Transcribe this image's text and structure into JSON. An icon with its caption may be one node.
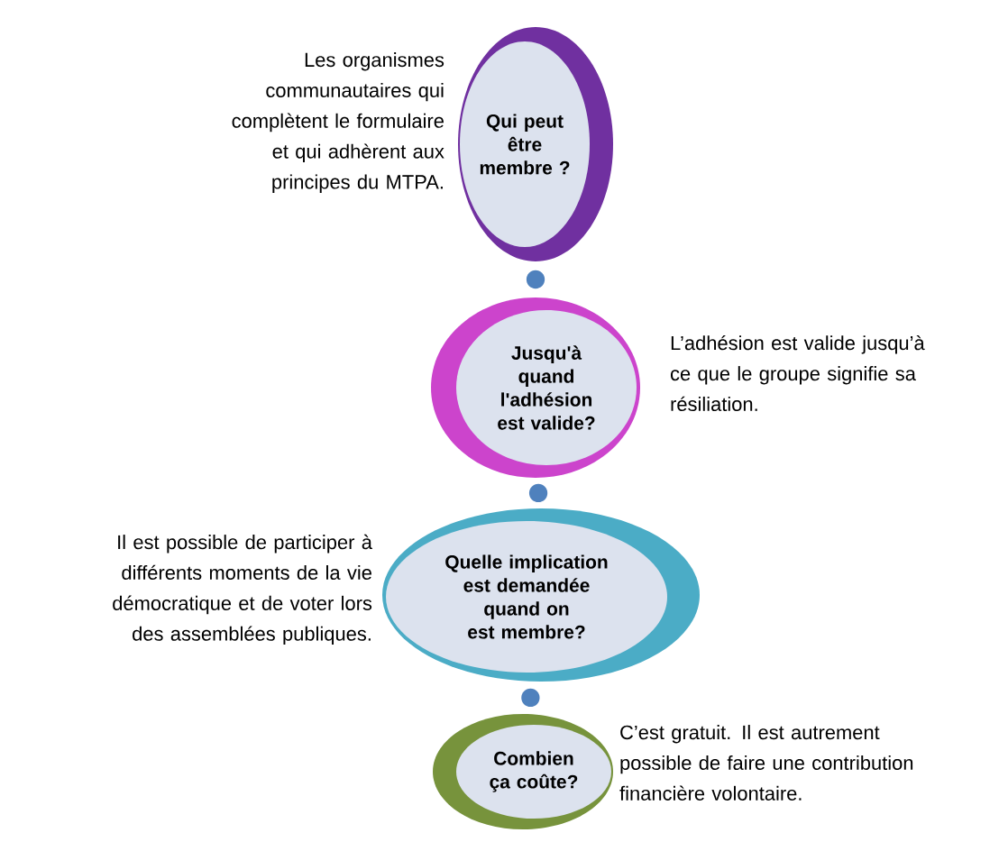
{
  "diagram": {
    "nodes": [
      {
        "text": [
          "Qui peut être membre ?"
        ],
        "beside": [
          "Les organismes communautaires qui complètent le formulaire et qui adhèrent aux principes du MTPA."
        ]
      },
      {
        "text": [
          "Jusqu'à quand l'adhésion est valide?"
        ],
        "beside": [
          "L’adhésion est valide jusqu’à ce que le groupe signifie sa résiliation."
        ]
      },
      {
        "text": [
          "Quelle implication est demandée quand on est membre?"
        ],
        "beside": [
          "Il est possible de participer à différents moments de la vie démocratique et de voter lors des assemblées publiques."
        ]
      },
      {
        "text": [
          "Combien ça coûte?"
        ],
        "beside": [
          "C’est gratuit. Il est autrement possible de faire une contribution financière volontaire."
        ]
      }
    ],
    "edges": [
      {
        "from": 0,
        "to": 1,
        "arrow": "none"
      },
      {
        "from": 1,
        "to": 2,
        "arrow": "none"
      },
      {
        "from": 2,
        "to": 3,
        "arrow": "none"
      }
    ]
  }
}
